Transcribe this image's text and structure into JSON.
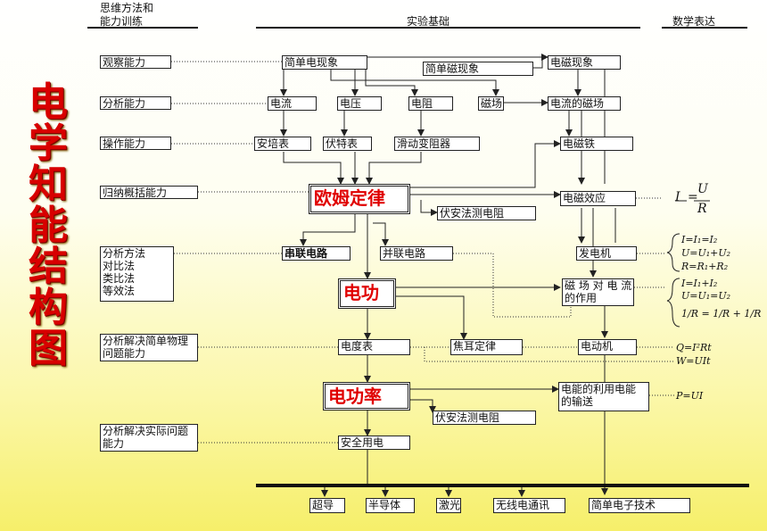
{
  "headers": {
    "methods_line1": "思维方法和",
    "methods_line2": "能力训练",
    "experiment": "实验基础",
    "math": "数学表达"
  },
  "title_chars": [
    "电",
    "学",
    "知",
    "能",
    "结",
    "构",
    "图"
  ],
  "abilities": {
    "observe": "观察能力",
    "analyze": "分析能力",
    "operate": "操作能力",
    "induce": "归纳概括能力",
    "methods_1": "分析方法",
    "methods_2": "对比法",
    "methods_3": "类比法",
    "methods_4": "等效法",
    "solve_simple_1": "分析解决简单物理",
    "solve_simple_2": "问题能力",
    "solve_real_1": "分析解决实际问题",
    "solve_real_2": "能力"
  },
  "nodes": {
    "simple_electric": "简单电现象",
    "simple_magnetic": "简单磁现象",
    "electromagnetic_phenomena": "电磁现象",
    "current": "电流",
    "voltage": "电压",
    "resistance": "电阻",
    "magnetic_field": "磁场",
    "current_magnetic_field": "电流的磁场",
    "ammeter": "安培表",
    "voltmeter": "伏特表",
    "rheostat": "滑动变阻器",
    "electromagnet": "电磁铁",
    "ohms_law": "欧姆定律",
    "electromagnetic_effect": "电磁效应",
    "va_resistance": "伏安法测电阻",
    "series": "串联电路",
    "parallel": "并联电路",
    "generator": "发电机",
    "electric_work": "电功",
    "force_1": "磁 场 对 电 流",
    "force_2": "的作用",
    "energy_meter": "电度表",
    "joule_law": "焦耳定律",
    "motor": "电动机",
    "electric_power": "电功率",
    "usage_1": "电能的利用电能",
    "usage_2": "的输送",
    "va_power": "伏安法测电阻",
    "safe_use": "安全用电",
    "superconductor": "超导",
    "semiconductor": "半导体",
    "laser": "激光",
    "wireless": "无线电通讯",
    "electronics": "简单电子技术"
  },
  "formulas": {
    "ohm_lhs": "I",
    "ohm_eq": "=",
    "ohm_num": "U",
    "ohm_den": "R",
    "series_1": "I=I₁=I₂",
    "series_2": "U=U₁+U₂",
    "series_3": "R=R₁+R₂",
    "parallel_1": "I=I₁+I₂",
    "parallel_2": "U=U₁=U₂",
    "parallel_3": "1/R = 1/R + 1/R",
    "joule": "Q=I²Rt",
    "work": "W=UIt",
    "power": "P=UI"
  }
}
